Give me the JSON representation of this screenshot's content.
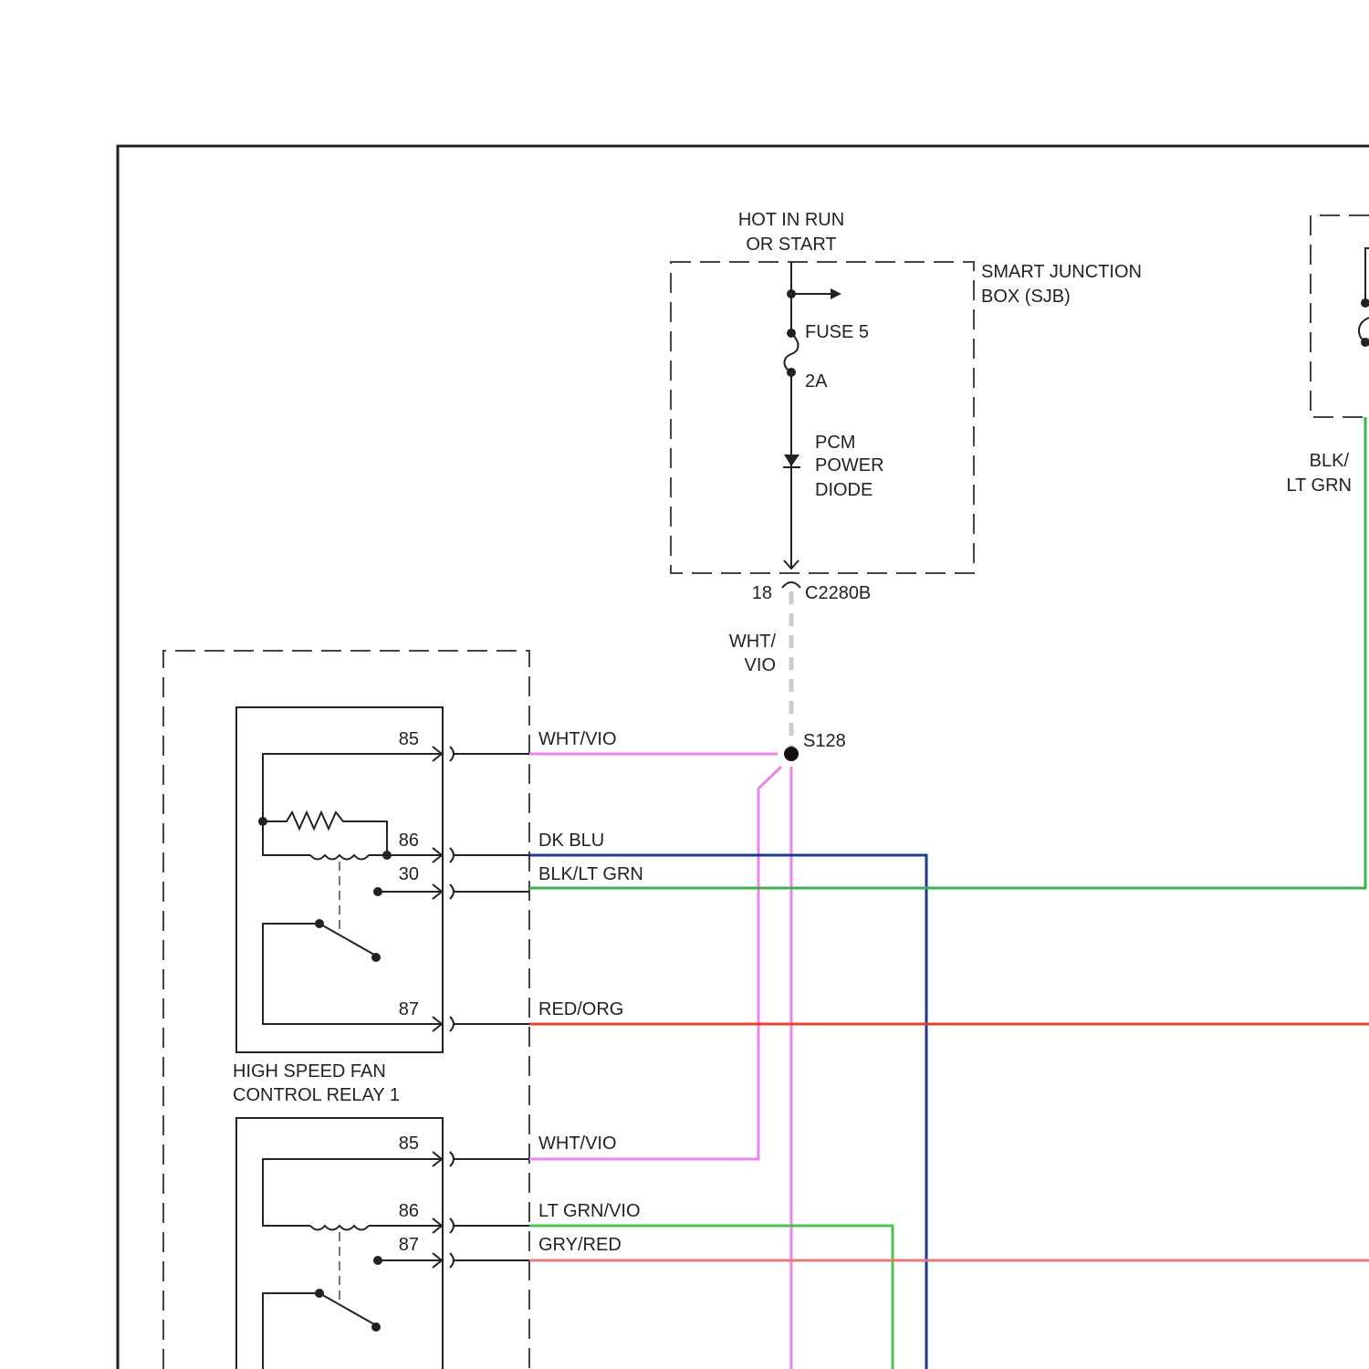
{
  "colors": {
    "wht_vio": "#ee82ee",
    "dk_blu": "#1a3aa0",
    "blk_lt_grn": "#39b54a",
    "red_org": "#e8412c",
    "lt_grn_vio": "#4cc34c",
    "gry_red": "#e87878",
    "ink": "#222222",
    "outline": "#555555"
  },
  "power": {
    "label_line1": "HOT IN RUN",
    "label_line2": "OR START"
  },
  "sjb": {
    "label_line1": "SMART JUNCTION",
    "label_line2": "BOX (SJB)",
    "fuse_label": "FUSE 5",
    "fuse_rating": "2A",
    "diode_line1": "PCM",
    "diode_line2": "POWER",
    "diode_line3": "DIODE"
  },
  "connector": {
    "pin": "18",
    "name": "C2280B"
  },
  "feed_wire": {
    "line1": "WHT/",
    "line2": "VIO"
  },
  "splice": {
    "name": "S128"
  },
  "right_module": {
    "wire_line1": "BLK/",
    "wire_line2": "LT GRN"
  },
  "relay1": {
    "name_line1": "HIGH SPEED FAN",
    "name_line2": "CONTROL RELAY 1",
    "pins": [
      {
        "pin": "85",
        "wire": "WHT/VIO"
      },
      {
        "pin": "86",
        "wire": "DK BLU"
      },
      {
        "pin": "30",
        "wire": "BLK/LT GRN"
      },
      {
        "pin": "87",
        "wire": "RED/ORG"
      }
    ]
  },
  "relay2": {
    "pins": [
      {
        "pin": "85",
        "wire": "WHT/VIO"
      },
      {
        "pin": "86",
        "wire": "LT GRN/VIO"
      },
      {
        "pin": "87",
        "wire": "GRY/RED"
      }
    ]
  }
}
